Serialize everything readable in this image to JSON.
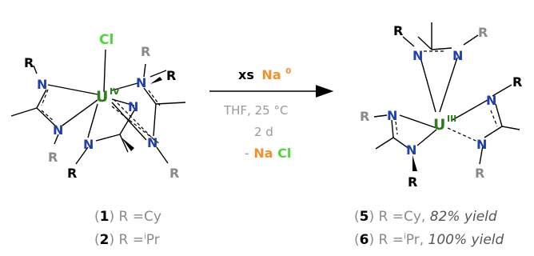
{
  "scheme": {
    "left_complex": {
      "metal_symbol": "U",
      "oxidation_state": "IV",
      "ligand_atom": "Cl",
      "nitrogen_symbol": "N",
      "substituent_label": "R"
    },
    "right_complex": {
      "metal_symbol": "U",
      "oxidation_state": "III",
      "nitrogen_symbol": "N",
      "substituent_label": "R"
    },
    "reaction": {
      "reagent_prefix": "xs",
      "reagent_element": "Na",
      "reagent_superscript": "0",
      "solvent_temp": "THF, 25 °C",
      "time": "2 d",
      "byproduct_sign": "-",
      "byproduct_na": "Na",
      "byproduct_cl": "Cl"
    },
    "labels": {
      "c1": {
        "open": "(",
        "num": "1",
        "close": ")",
        "text": "R =Cy"
      },
      "c2": {
        "open": "(",
        "num": "2",
        "close": ")",
        "text_pre": "R =",
        "sup": "i",
        "text_post": "Pr"
      },
      "c5": {
        "open": "(",
        "num": "5",
        "close": ")",
        "text": "R =Cy, ",
        "yield": "82% yield"
      },
      "c6": {
        "open": "(",
        "num": "6",
        "close": ")",
        "text_pre": "R =",
        "sup": "i",
        "text_post": "Pr, ",
        "yield": "100% yield"
      }
    },
    "colors": {
      "uranium": "#2e7d1f",
      "nitrogen": "#1f3fb0",
      "chlorine": "#4fd63a",
      "sodium": "#f0902a",
      "r_dark": "#000000",
      "r_grey": "#8a8a8a",
      "bond": "#000000",
      "text_grey": "#9a9a9a"
    }
  }
}
